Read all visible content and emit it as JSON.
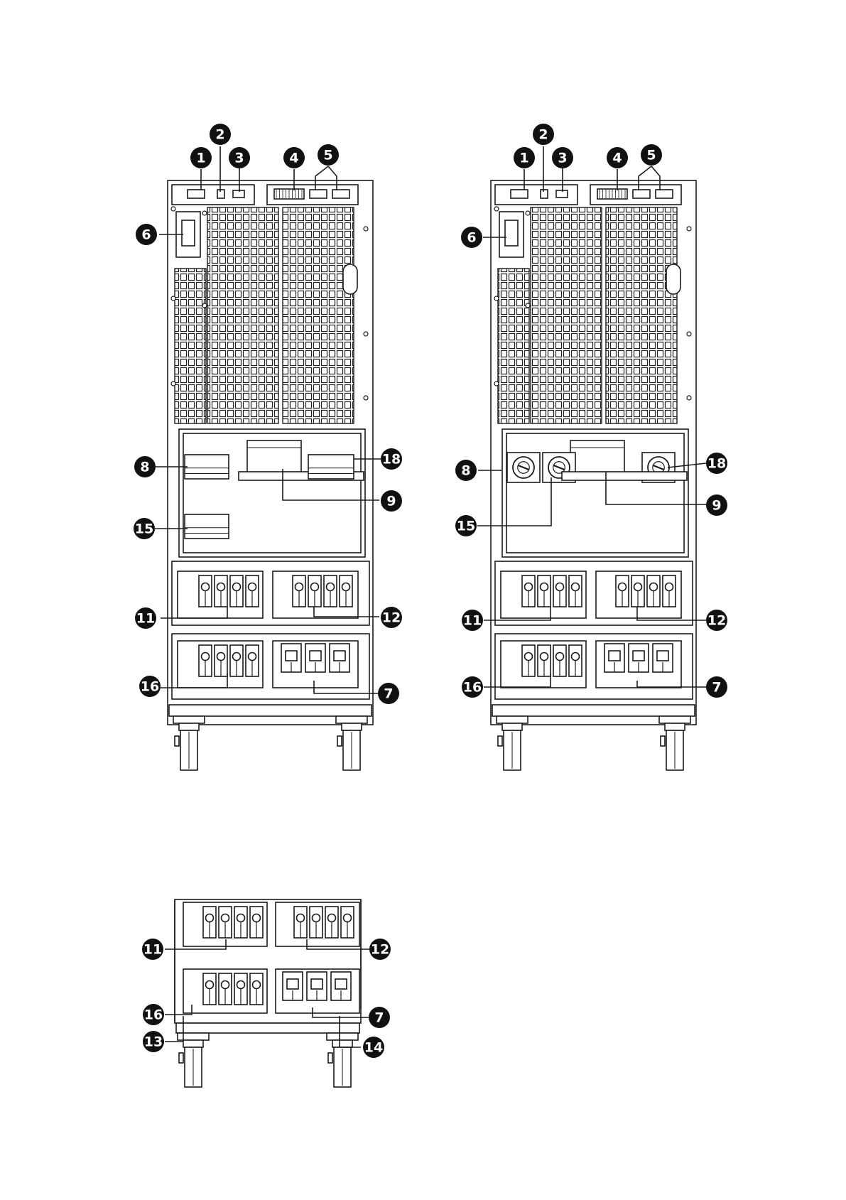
{
  "figures": [
    {
      "id": "rear-panel-left",
      "callouts": [
        "1",
        "2",
        "3",
        "4",
        "5",
        "6",
        "8",
        "18",
        "9",
        "15",
        "11",
        "12",
        "16",
        "7"
      ]
    },
    {
      "id": "rear-panel-right",
      "callouts": [
        "1",
        "2",
        "3",
        "4",
        "5",
        "6",
        "8",
        "18",
        "9",
        "15",
        "11",
        "12",
        "16",
        "7"
      ]
    },
    {
      "id": "terminal-detail",
      "callouts": [
        "11",
        "12",
        "16",
        "7",
        "13",
        "14"
      ]
    }
  ],
  "colors": {
    "line": "#1a1a1a",
    "badge": "#111111",
    "badge_text": "#ffffff",
    "background": "#ffffff"
  }
}
